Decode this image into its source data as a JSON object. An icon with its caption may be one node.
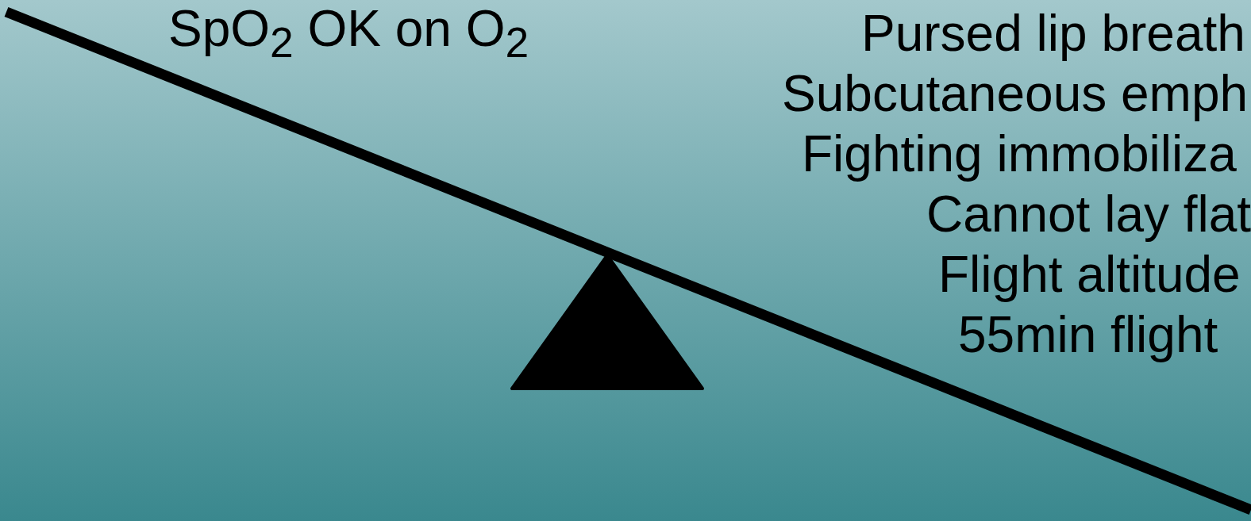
{
  "diagram": {
    "labels": [
      "SpO$_{2}$ OK on O$_{2}$",
      "Pursed lip breath",
      "Subcutaneous emph",
      "Fighting immobiliza",
      "Cannot lay flat",
      "Flight altitude",
      "55min flight"
    ]
  }
}
